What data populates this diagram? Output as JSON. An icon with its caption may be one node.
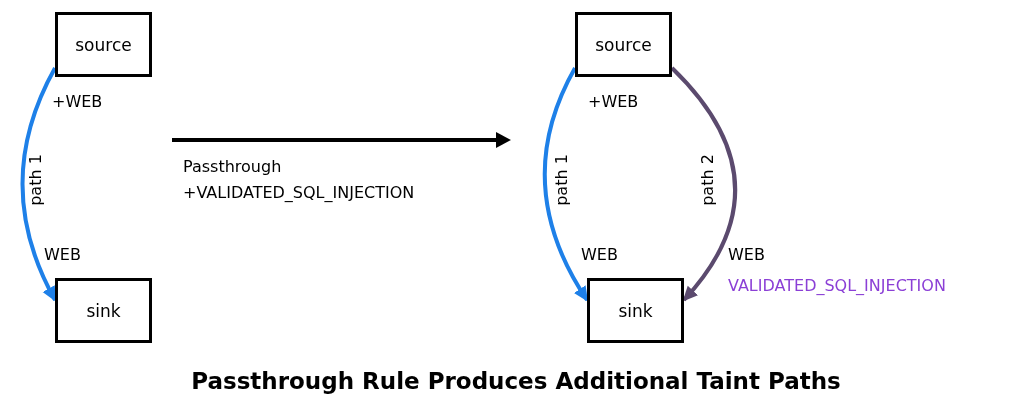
{
  "diagram": {
    "caption": "Passthrough Rule Produces Additional Taint Paths",
    "nodes": [
      {
        "text": [
          "source"
        ],
        "beside": [
          "+WEB"
        ]
      },
      {
        "text": [
          "sink"
        ],
        "beside": [
          "WEB"
        ]
      },
      {
        "text": [
          "source"
        ],
        "beside": [
          "+WEB"
        ]
      },
      {
        "text": [
          "sink"
        ],
        "beside": [
          "WEB",
          "WEB",
          "VALIDATED_SQL_INJECTION"
        ]
      }
    ],
    "edges": [
      {
        "from": 0,
        "to": 1,
        "arrow": "to",
        "label": "path 1"
      },
      {
        "from": 2,
        "to": 3,
        "arrow": "to",
        "label": "path 1"
      },
      {
        "from": 2,
        "to": 3,
        "arrow": "to",
        "label": "path 2",
        "color": "#5b4a6e"
      }
    ],
    "labels": [
      "Passthrough +VALIDATED_SQL_INJECTION"
    ]
  }
}
